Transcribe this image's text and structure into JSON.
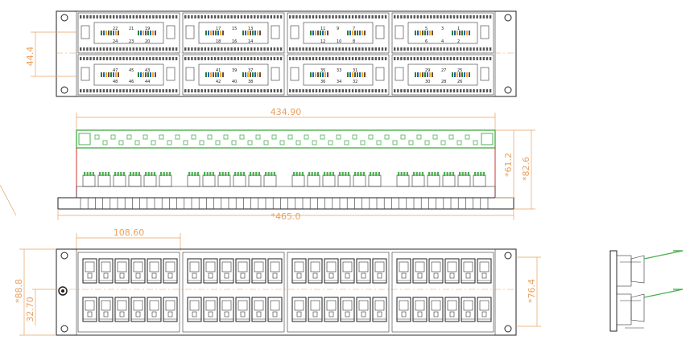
{
  "dimensions": {
    "top_height": "44.4",
    "width_mid": "434.90",
    "height_a": "*61.2",
    "height_b": "*82.6",
    "overall_width": "*465.0",
    "module_width": "108.60",
    "front_height": "*88.8",
    "front_port": "32.70",
    "front_inner": "*76.4"
  },
  "top_panel": {
    "upper_row_numbers": [
      "22",
      "21",
      "19",
      "17",
      "15",
      "13",
      "11",
      "9",
      "7",
      "5",
      "3",
      "1"
    ],
    "upper_row_lower_numbers": [
      "24",
      "23",
      "20",
      "18",
      "16",
      "14",
      "12",
      "10",
      "8",
      "6",
      "4",
      "2"
    ],
    "lower_row_numbers": [
      "47",
      "45",
      "43",
      "41",
      "39",
      "37",
      "35",
      "33",
      "31",
      "29",
      "27",
      "25"
    ],
    "lower_row_lower_numbers": [
      "48",
      "46",
      "44",
      "42",
      "40",
      "38",
      "36",
      "34",
      "32",
      "30",
      "28",
      "26"
    ]
  },
  "colors": {
    "line": "#222222",
    "dimension": "#e8a060",
    "pcb_green": "#4caf50",
    "port_body": "#ffffff"
  }
}
